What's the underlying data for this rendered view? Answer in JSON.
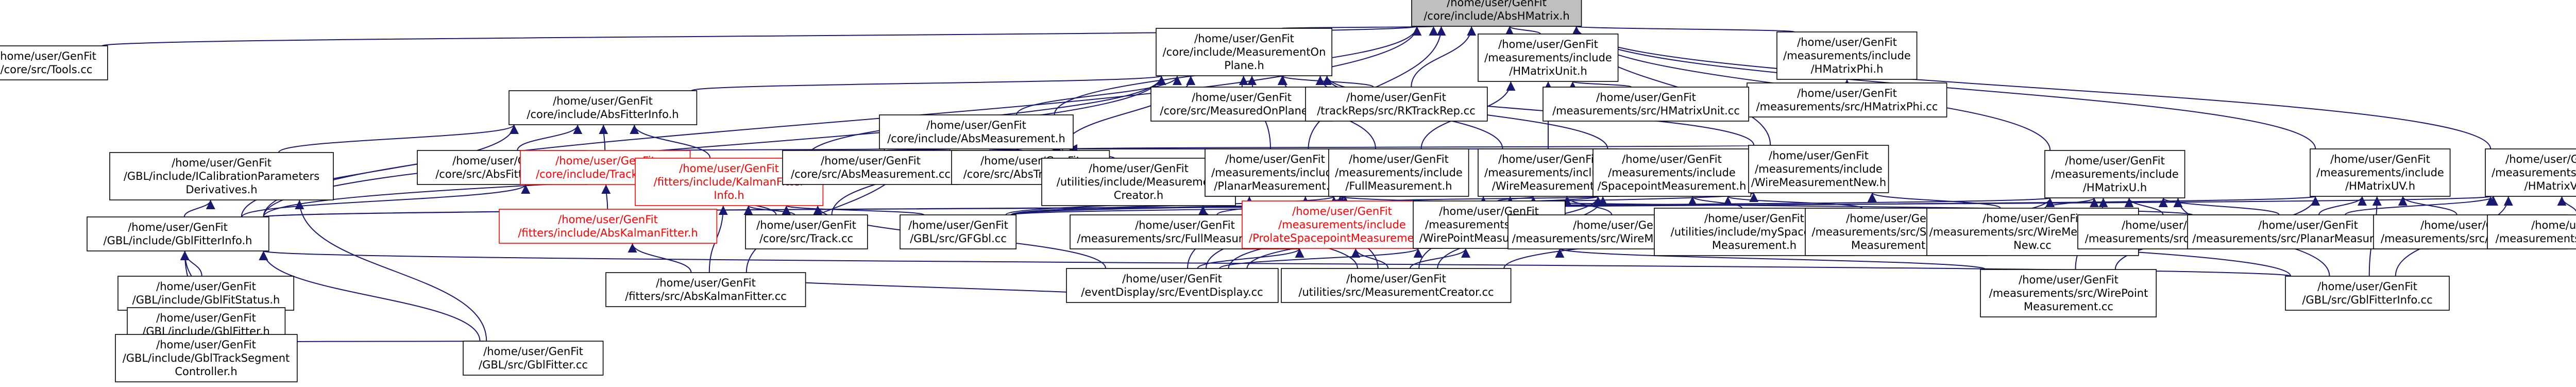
{
  "diagram": {
    "nodes": [
      {
        "id": "AbsHMatrix",
        "lines": [
          "/home/user/GenFit",
          "/core/include/AbsHMatrix.h"
        ],
        "style": "root"
      },
      {
        "id": "Tools",
        "lines": [
          "/home/user/GenFit",
          "/core/src/Tools.cc"
        ]
      },
      {
        "id": "MeasOnPlane",
        "lines": [
          "/home/user/GenFit",
          "/core/include/MeasurementOn",
          "Plane.h"
        ]
      },
      {
        "id": "HMatrixUnit",
        "lines": [
          "/home/user/GenFit",
          "/measurements/include",
          "/HMatrixUnit.h"
        ]
      },
      {
        "id": "HMatrixPhi",
        "lines": [
          "/home/user/GenFit",
          "/measurements/include",
          "/HMatrixPhi.h"
        ]
      },
      {
        "id": "HMatrixPhiCC",
        "lines": [
          "/home/user/GenFit",
          "/measurements/src/HMatrixPhi.cc"
        ]
      },
      {
        "id": "AbsFitterInfo",
        "lines": [
          "/home/user/GenFit",
          "/core/include/AbsFitterInfo.h"
        ]
      },
      {
        "id": "MeasOnPlaneCC",
        "lines": [
          "/home/user/GenFit",
          "/core/src/MeasuredOnPlane.cc"
        ]
      },
      {
        "id": "RKTrackRep",
        "lines": [
          "/home/user/GenFit",
          "/trackReps/src/RKTrackRep.cc"
        ]
      },
      {
        "id": "HMatrixUnitCC",
        "lines": [
          "/home/user/GenFit",
          "/measurements/src/HMatrixUnit.cc"
        ]
      },
      {
        "id": "AbsMeasurement",
        "lines": [
          "/home/user/GenFit",
          "/core/include/AbsMeasurement.h"
        ]
      },
      {
        "id": "GBLCalib",
        "lines": [
          "/home/user/GenFit",
          "/GBL/include/ICalibrationParameters",
          "Derivatives.h"
        ]
      },
      {
        "id": "AbsFitterInfoCC",
        "lines": [
          "/home/user/GenFit",
          "/core/src/AbsFitterInfo.cc"
        ]
      },
      {
        "id": "TrackPoint",
        "lines": [
          "/home/user/GenFit",
          "/core/include/TrackPoint.h"
        ],
        "style": "red"
      },
      {
        "id": "KalmanFitterInfo",
        "lines": [
          "/home/user/GenFit",
          "/fitters/include/KalmanFitter",
          "Info.h"
        ],
        "style": "red"
      },
      {
        "id": "AbsMeasurementCC",
        "lines": [
          "/home/user/GenFit",
          "/core/src/AbsMeasurement.cc"
        ]
      },
      {
        "id": "AbsTrackRepCC",
        "lines": [
          "/home/user/GenFit",
          "/core/src/AbsTrackRep.cc"
        ]
      },
      {
        "id": "MeasurementCreator",
        "lines": [
          "/home/user/GenFit",
          "/utilities/include/Measurement",
          "Creator.h"
        ]
      },
      {
        "id": "PlanarMeasurement",
        "lines": [
          "/home/user/GenFit",
          "/measurements/include",
          "/PlanarMeasurement.h"
        ]
      },
      {
        "id": "FullMeasurement",
        "lines": [
          "/home/user/GenFit",
          "/measurements/include",
          "/FullMeasurement.h"
        ]
      },
      {
        "id": "WireMeasurement",
        "lines": [
          "/home/user/GenFit",
          "/measurements/include",
          "/WireMeasurement.h"
        ]
      },
      {
        "id": "SpacepointMeasurement",
        "lines": [
          "/home/user/GenFit",
          "/measurements/include",
          "/SpacepointMeasurement.h"
        ]
      },
      {
        "id": "WireMeasurementNew",
        "lines": [
          "/home/user/GenFit",
          "/measurements/include",
          "/WireMeasurementNew.h"
        ]
      },
      {
        "id": "HMatrixU",
        "lines": [
          "/home/user/GenFit",
          "/measurements/include",
          "/HMatrixU.h"
        ]
      },
      {
        "id": "HMatrixUV",
        "lines": [
          "/home/user/GenFit",
          "/measurements/include",
          "/HMatrixUV.h"
        ]
      },
      {
        "id": "HMatrixV",
        "lines": [
          "/home/user/GenFit",
          "/measurements/include",
          "/HMatrixV.h"
        ]
      },
      {
        "id": "GblFitterInfo",
        "lines": [
          "/home/user/GenFit",
          "/GBL/include/GblFitterInfo.h"
        ]
      },
      {
        "id": "AbsKalmanFitter",
        "lines": [
          "/home/user/GenFit",
          "/fitters/include/AbsKalmanFitter.h"
        ],
        "style": "red"
      },
      {
        "id": "TrackCC",
        "lines": [
          "/home/user/GenFit",
          "/core/src/Track.cc"
        ]
      },
      {
        "id": "GFGbl",
        "lines": [
          "/home/user/GenFit",
          "/GBL/src/GFGbl.cc"
        ]
      },
      {
        "id": "FullMeasurementCC",
        "lines": [
          "/home/user/GenFit",
          "/measurements/src/FullMeasurement.cc"
        ]
      },
      {
        "id": "ProlateSpacepoint",
        "lines": [
          "/home/user/GenFit",
          "/measurements/include",
          "/ProlateSpacepointMeasurement.h"
        ],
        "style": "red"
      },
      {
        "id": "WirePointMeasurement",
        "lines": [
          "/home/user/GenFit",
          "/measurements/include",
          "/WirePointMeasurement.h"
        ]
      },
      {
        "id": "WireMeasurementCC",
        "lines": [
          "/home/user/GenFit",
          "/measurements/src/WireMeasurement.cc"
        ]
      },
      {
        "id": "UtilSpacepoint",
        "lines": [
          "/home/user/GenFit",
          "/utilities/include/mySpacepoint",
          "Measurement.h"
        ]
      },
      {
        "id": "SpacepointCC",
        "lines": [
          "/home/user/GenFit",
          "/measurements/src/Spacepoint",
          "Measurement.cc"
        ]
      },
      {
        "id": "WireNewCC",
        "lines": [
          "/home/user/GenFit",
          "/measurements/src/WireMeasurement",
          "New.cc"
        ]
      },
      {
        "id": "HMatrixUCC",
        "lines": [
          "/home/user/GenFit",
          "/measurements/src/HMatrixU.cc"
        ]
      },
      {
        "id": "PlanarMeasurementCC",
        "lines": [
          "/home/user/GenFit",
          "/measurements/src/PlanarMeasurement.cc"
        ]
      },
      {
        "id": "HMatrixUVCC",
        "lines": [
          "/home/user/GenFit",
          "/measurements/src/HMatrixUV.cc"
        ]
      },
      {
        "id": "HMatrixVCC",
        "lines": [
          "/home/user/GenFit",
          "/measurements/src/HMatrixV.cc"
        ]
      },
      {
        "id": "GblFitStatus",
        "lines": [
          "/home/user/GenFit",
          "/GBL/include/GblFitStatus.h"
        ]
      },
      {
        "id": "GblFitter",
        "lines": [
          "/home/user/GenFit",
          "/GBL/include/GblFitter.h"
        ]
      },
      {
        "id": "AbsKalmanFitterCC",
        "lines": [
          "/home/user/GenFit",
          "/fitters/src/AbsKalmanFitter.cc"
        ]
      },
      {
        "id": "EventDisplay",
        "lines": [
          "/home/user/GenFit",
          "/eventDisplay/src/EventDisplay.cc"
        ]
      },
      {
        "id": "MeasurementCreatorCC",
        "lines": [
          "/home/user/GenFit",
          "/utilities/src/MeasurementCreator.cc"
        ]
      },
      {
        "id": "WirePointCC",
        "lines": [
          "/home/user/GenFit",
          "/measurements/src/WirePoint",
          "Measurement.cc"
        ]
      },
      {
        "id": "GblFitterInfoCC",
        "lines": [
          "/home/user/GenFit",
          "/GBL/src/GblFitterInfo.cc"
        ]
      },
      {
        "id": "GblTrackSegment",
        "lines": [
          "/home/user/GenFit",
          "/GBL/include/GblTrackSegment",
          "Controller.h"
        ]
      },
      {
        "id": "GblFitterCC",
        "lines": [
          "/home/user/GenFit",
          "/GBL/src/GblFitter.cc"
        ]
      }
    ]
  }
}
